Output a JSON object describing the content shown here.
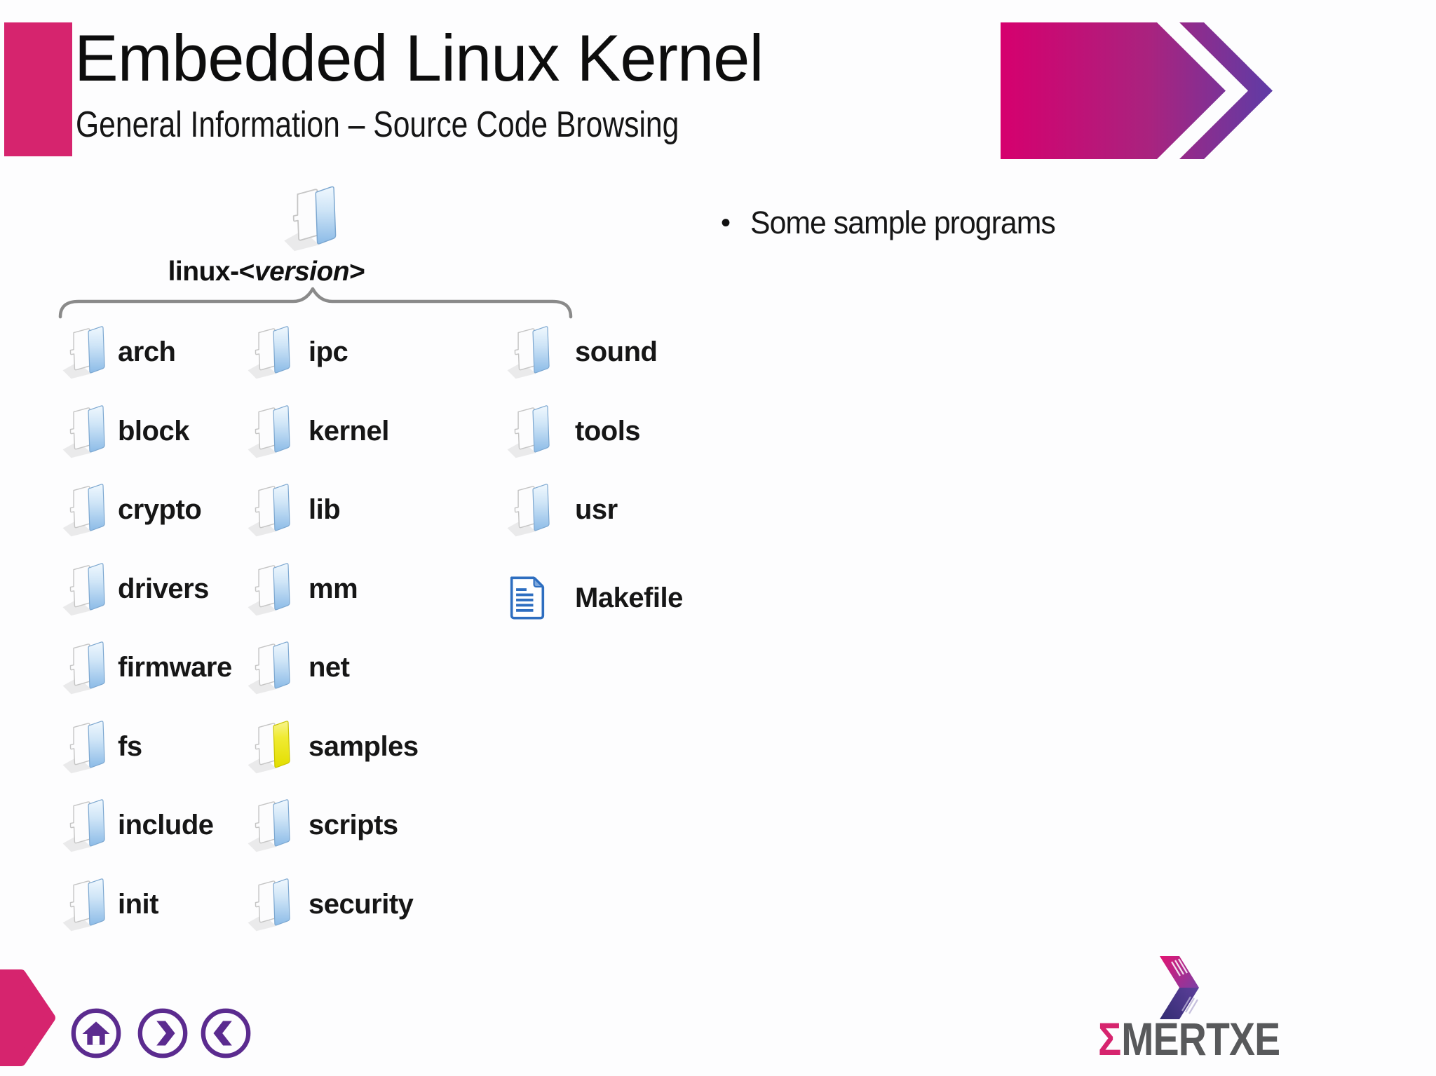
{
  "slide": {
    "title": "Embedded Linux Kernel",
    "subtitle": "General Information – Source Code Browsing",
    "bullet_marker": "•",
    "bullet": "Some sample programs",
    "colors": {
      "accent_pink": "#d6246e",
      "nav_purple": "#5b2b8f",
      "gradient_start": "#d6006e",
      "gradient_end": "#5e3ca6",
      "folder_blue": "#8cbbe7",
      "folder_yellow": "#e8e300",
      "document_blue": "#2e6ec0",
      "logo_gray": "#58595b"
    }
  },
  "tree": {
    "root_label": {
      "prefix": "linux-<",
      "version": "version",
      "suffix": ">"
    },
    "columns": [
      {
        "items": [
          {
            "label": "arch",
            "icon": "folder-icon"
          },
          {
            "label": "block",
            "icon": "folder-icon"
          },
          {
            "label": "crypto",
            "icon": "folder-icon"
          },
          {
            "label": "drivers",
            "icon": "folder-icon"
          },
          {
            "label": "firmware",
            "icon": "folder-icon"
          },
          {
            "label": "fs",
            "icon": "folder-icon"
          },
          {
            "label": "include",
            "icon": "folder-icon"
          },
          {
            "label": "init",
            "icon": "folder-icon"
          }
        ]
      },
      {
        "items": [
          {
            "label": "ipc",
            "icon": "folder-icon"
          },
          {
            "label": "kernel",
            "icon": "folder-icon"
          },
          {
            "label": "lib",
            "icon": "folder-icon"
          },
          {
            "label": "mm",
            "icon": "folder-icon"
          },
          {
            "label": "net",
            "icon": "folder-icon"
          },
          {
            "label": "samples",
            "icon": "folder-yellow-icon"
          },
          {
            "label": "scripts",
            "icon": "folder-icon"
          },
          {
            "label": "security",
            "icon": "folder-icon"
          }
        ]
      },
      {
        "items": [
          {
            "label": "sound",
            "icon": "folder-icon"
          },
          {
            "label": "tools",
            "icon": "folder-icon"
          },
          {
            "label": "usr",
            "icon": "folder-icon"
          },
          {
            "label": "Makefile",
            "icon": "makefile-icon"
          }
        ]
      }
    ]
  },
  "nav": {
    "buttons": [
      {
        "name": "home-button",
        "icon": "home-icon"
      },
      {
        "name": "next-button",
        "icon": "chevron-right-icon"
      },
      {
        "name": "previous-button",
        "icon": "chevron-left-icon"
      }
    ]
  },
  "logo": {
    "sigma": "Σ",
    "word": "MERTXE"
  }
}
